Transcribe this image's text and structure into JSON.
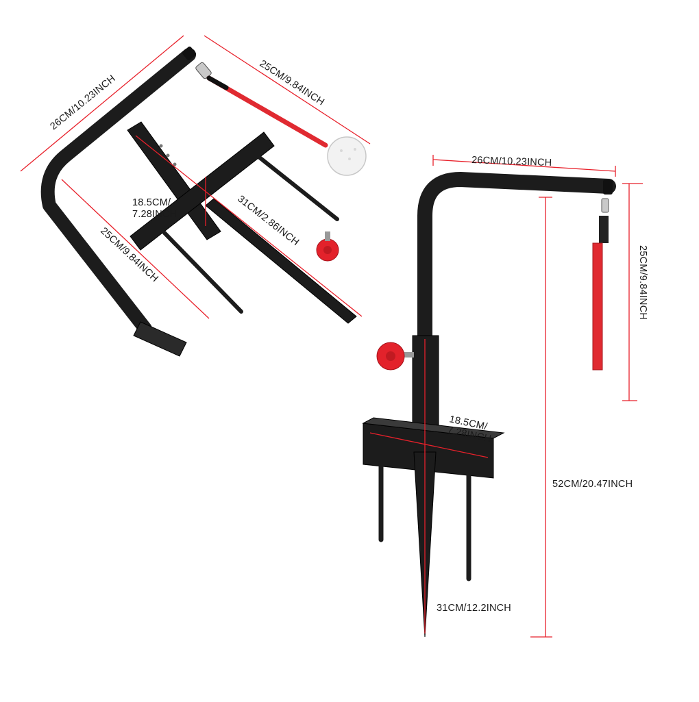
{
  "colors": {
    "dimension_line": "#e8212b",
    "steel": "#1c1c1c",
    "knob": "#e3222b",
    "rod": "#e02a31",
    "background": "#ffffff"
  },
  "left_view": {
    "top_arm_label": "26CM/10.23INCH",
    "rod_label": "25CM/9.84INCH",
    "bottom_arm_label": "25CM/9.84INCH",
    "base_width_label_line1": "18.5CM/",
    "base_width_label_line2": "7.28INCH",
    "base_length_label": "31CM/2.86INCH"
  },
  "right_view": {
    "top_arm_label": "26CM/10.23INCH",
    "rod_label": "25CM/9.84INCH",
    "base_width_label_line1": "18.5CM/",
    "base_width_label_line2": "7.28INCH",
    "height_label": "52CM/20.47INCH",
    "spike_label": "31CM/12.2INCH"
  }
}
